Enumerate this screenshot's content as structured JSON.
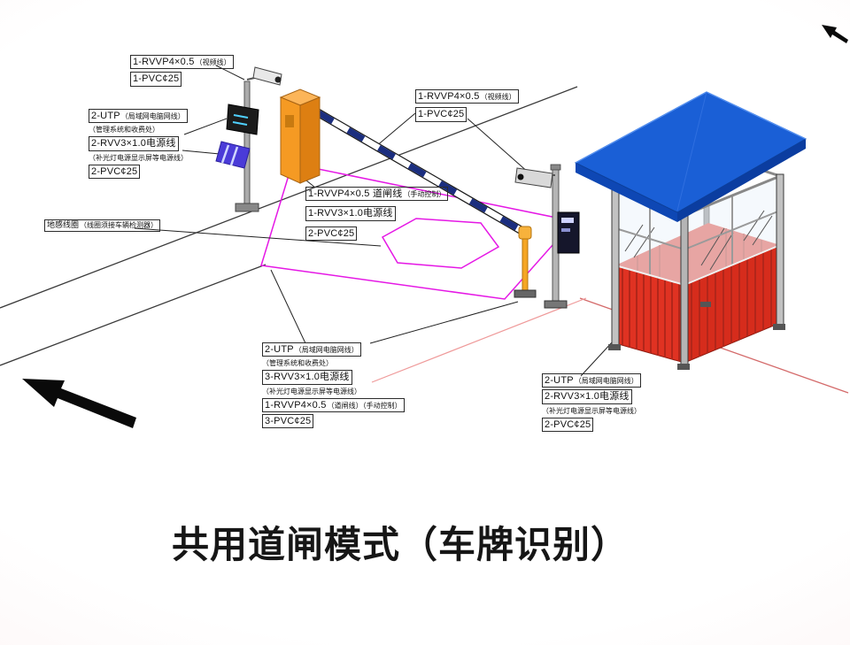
{
  "title": "共用道闸模式（车牌识别）",
  "label_groups": {
    "camera_left": {
      "cable": "1-RVVP4×0.5",
      "cable_note": "（视频线）",
      "conduit": "1-PVC¢25"
    },
    "console_left": {
      "utp": "2-UTP",
      "utp_note": "（局域网电脑网线）",
      "note2": "（管理系统和收费处）",
      "power": "2-RVV3×1.0电源线",
      "power_note": "（补光灯电源显示屏等电源线）",
      "conduit": "2-PVC¢25"
    },
    "ground_loop": {
      "name": "地感线圈",
      "note": "（线圈须接车辆检测器）"
    },
    "barrier_center": {
      "cable": "1-RVVP4×0.5 道闸线",
      "cable_note": "（手动控制）",
      "power": "1-RVV3×1.0电源线",
      "conduit": "2-PVC¢25"
    },
    "camera_right": {
      "cable": "1-RVVP4×0.5",
      "cable_note": "（视频线）",
      "conduit": "1-PVC¢25"
    },
    "bottom_center": {
      "utp": "2-UTP",
      "utp_note": "（局域网电脑网线）",
      "note2": "（管理系统和收费处）",
      "power": "3-RVV3×1.0电源线",
      "power_note": "（补光灯电源显示屏等电源线）",
      "barrier_cable": "1-RVVP4×0.5",
      "barrier_note": "（道闸线）（手动控制）",
      "conduit": "3-PVC¢25"
    },
    "booth_right": {
      "utp": "2-UTP",
      "utp_note": "（局域网电脑网线）",
      "power": "2-RVV3×1.0电源线",
      "power_note": "（补光灯电源显示屏等电源线）",
      "conduit": "2-PVC¢25"
    }
  },
  "colors": {
    "roof_blue": "#1a5fd6",
    "wall_red": "#e03222",
    "cabinet_orange": "#f59a23",
    "zone_magenta": "#e518e5",
    "arm_navy": "#1b2e7f"
  }
}
